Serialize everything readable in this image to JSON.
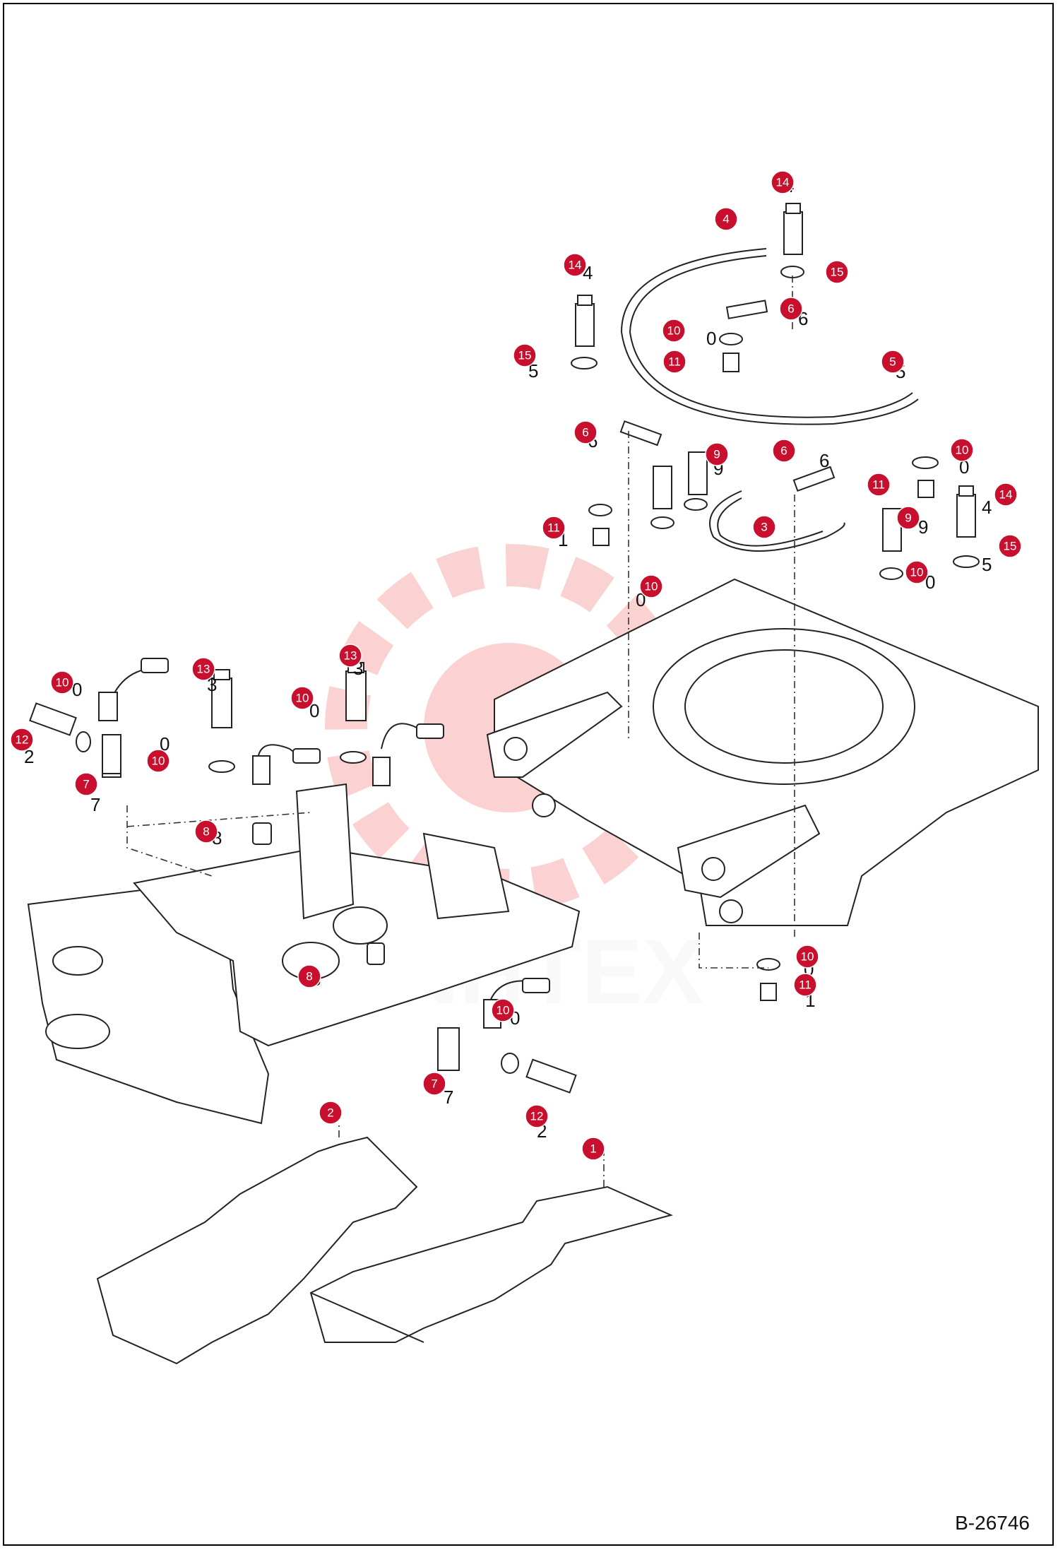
{
  "doc_id": "B-26746",
  "watermark_text": "INHTEX",
  "accent_color": "#c8102e",
  "callouts": [
    {
      "num": "1"
    },
    {
      "num": "2"
    },
    {
      "num": "3"
    },
    {
      "num": "4"
    },
    {
      "num": "5"
    },
    {
      "num": "6"
    },
    {
      "num": "6"
    },
    {
      "num": "6"
    },
    {
      "num": "7"
    },
    {
      "num": "7"
    },
    {
      "num": "8"
    },
    {
      "num": "8"
    },
    {
      "num": "9"
    },
    {
      "num": "9"
    },
    {
      "num": "10"
    },
    {
      "num": "10"
    },
    {
      "num": "10"
    },
    {
      "num": "10"
    },
    {
      "num": "10"
    },
    {
      "num": "10"
    },
    {
      "num": "10"
    },
    {
      "num": "10"
    },
    {
      "num": "10"
    },
    {
      "num": "10"
    },
    {
      "num": "11"
    },
    {
      "num": "11"
    },
    {
      "num": "11"
    },
    {
      "num": "11"
    },
    {
      "num": "12"
    },
    {
      "num": "12"
    },
    {
      "num": "13"
    },
    {
      "num": "13"
    },
    {
      "num": "14"
    },
    {
      "num": "14"
    },
    {
      "num": "14"
    },
    {
      "num": "15"
    },
    {
      "num": "15"
    },
    {
      "num": "15"
    }
  ]
}
